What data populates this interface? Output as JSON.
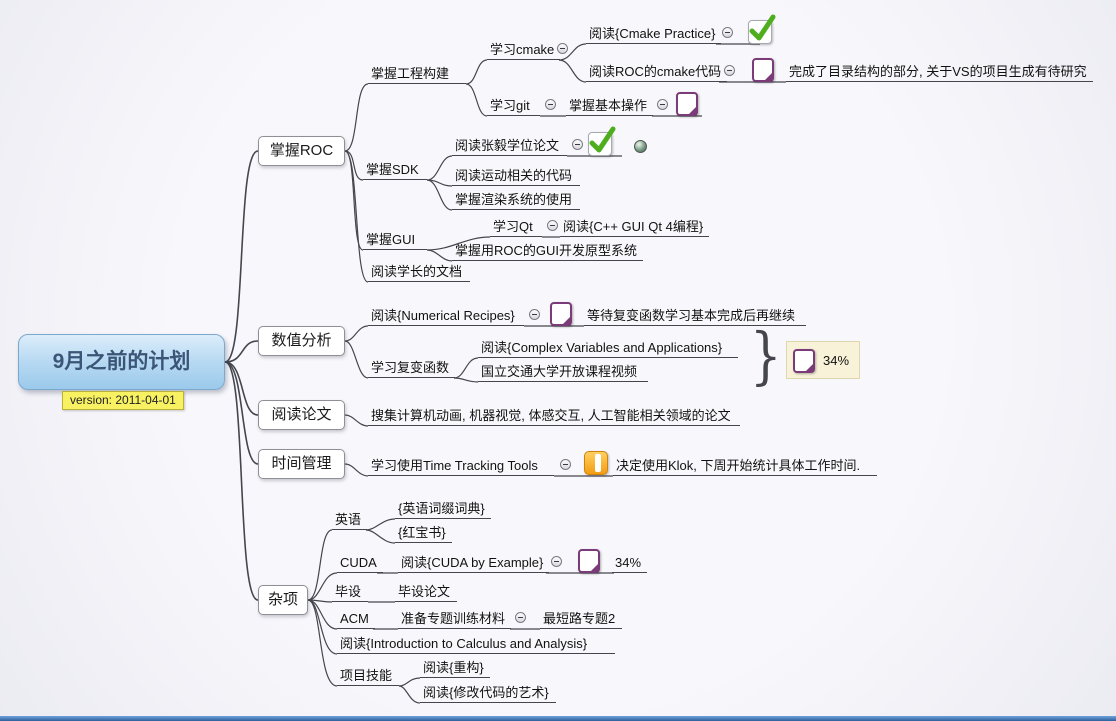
{
  "colors": {
    "root_fill": "#b7d9f2",
    "root_border": "#7da8cd",
    "version_bg": "#f8f263",
    "connector_line": "#45454e",
    "note_icon_purple": "#7b3b78",
    "check_icon_green": "#4fae1e",
    "time_icon_orange": "#f39c12",
    "progress_box_bg": "#f7f2d8"
  },
  "root": {
    "title": "9月之前的计划",
    "version": "version: 2011-04-01"
  },
  "roc": {
    "title": "掌握ROC",
    "eng_build": "掌握工程构建",
    "learn_cmake": "学习cmake",
    "read_cmake_practice": "阅读{Cmake Practice}",
    "read_roc_cmake": "阅读ROC的cmake代码",
    "roc_cmake_note": "完成了目录结构的部分, 关于VS的项目生成有待研究",
    "learn_git": "学习git",
    "git_basics": "掌握基本操作",
    "sdk": "掌握SDK",
    "read_zhangyi_thesis": "阅读张毅学位论文",
    "read_motion_code": "阅读运动相关的代码",
    "render_system": "掌握渲染系统的使用",
    "gui": "掌握GUI",
    "learn_qt": "学习Qt",
    "read_qt_book": "阅读{C++ GUI Qt 4编程}",
    "gui_prototype": "掌握用ROC的GUI开发原型系统",
    "read_senior_docs": "阅读学长的文档"
  },
  "numerical": {
    "title": "数值分析",
    "read_numerical_recipes": "阅读{Numerical Recipes}",
    "nr_note": "等待复变函数学习基本完成后再继续",
    "learn_complex": "学习复变函数",
    "read_complex_book": "阅读{Complex Variables and Applications}",
    "nctu_videos": "国立交通大学开放课程视频",
    "brace_glyph": "}",
    "progress": "34%"
  },
  "papers": {
    "title": "阅读论文",
    "collect": "搜集计算机动画, 机器视觉, 体感交互, 人工智能相关领域的论文"
  },
  "time": {
    "title": "时间管理",
    "learn_tools": "学习使用Time Tracking Tools",
    "klok_note": "决定使用Klok, 下周开始统计具体工作时间."
  },
  "misc": {
    "title": "杂项",
    "english": "英语",
    "affix_dict": "{英语词缀词典}",
    "red_book": "{红宝书}",
    "cuda": "CUDA",
    "read_cuda_book": "阅读{CUDA by Example}",
    "cuda_progress": "34%",
    "bishe": "毕设",
    "bishe_paper": "毕设论文",
    "acm": "ACM",
    "acm_materials": "准备专题训练材料",
    "shortest_path": "最短路专题2",
    "read_calculus": "阅读{Introduction to Calculus and Analysis}",
    "project_skills": "项目技能",
    "read_refactoring": "阅读{重构}",
    "read_legacy_code": "阅读{修改代码的艺术}"
  }
}
